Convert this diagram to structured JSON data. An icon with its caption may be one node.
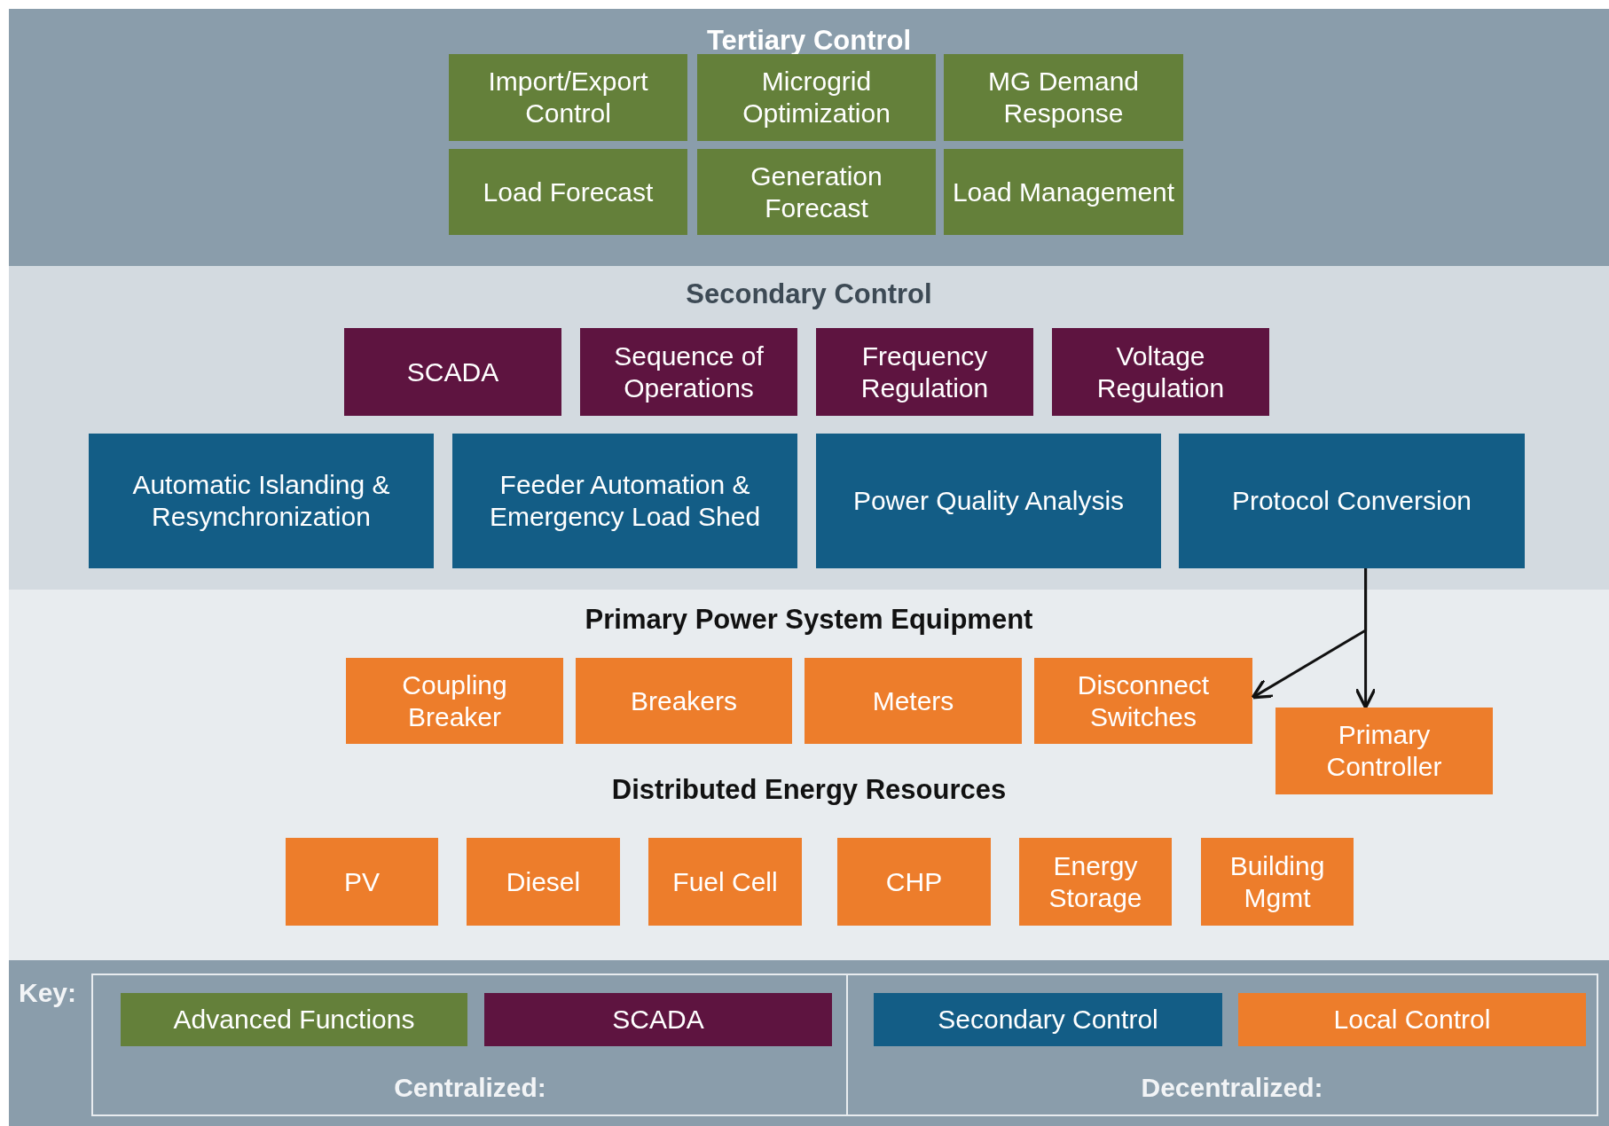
{
  "diagram": {
    "nodes": [
      {
        "text": [
          "Tertiary Control"
        ]
      },
      {
        "text": [
          "Import/Export Control"
        ],
        "in": 0
      },
      {
        "text": [
          "Microgrid Optimization"
        ],
        "in": 0
      },
      {
        "text": [
          "MG Demand Response"
        ],
        "in": 0
      },
      {
        "text": [
          "Load Forecast"
        ],
        "in": 0
      },
      {
        "text": [
          "Generation Forecast"
        ],
        "in": 0
      },
      {
        "text": [
          "Load Management"
        ],
        "in": 0
      },
      {
        "text": [
          "Secondary Control"
        ]
      },
      {
        "text": [
          "SCADA"
        ],
        "in": 7
      },
      {
        "text": [
          "Sequence of Operations"
        ],
        "in": 7
      },
      {
        "text": [
          "Frequency Regulation"
        ],
        "in": 7
      },
      {
        "text": [
          "Voltage Regulation"
        ],
        "in": 7
      },
      {
        "text": [
          "Automatic Islanding & Resynchronization"
        ],
        "in": 7
      },
      {
        "text": [
          "Feeder Automation & Emergency Load Shed"
        ],
        "in": 7
      },
      {
        "text": [
          "Power Quality Analysis"
        ],
        "in": 7
      },
      {
        "text": [
          "Protocol Conversion"
        ],
        "in": 7
      },
      {
        "text": [
          "Primary Power System Equipment",
          "Distributed Energy Resources"
        ]
      },
      {
        "text": [
          "Coupling Breaker"
        ],
        "in": 16
      },
      {
        "text": [
          "Breakers"
        ],
        "in": 16
      },
      {
        "text": [
          "Meters"
        ],
        "in": 16
      },
      {
        "text": [
          "Disconnect Switches"
        ],
        "in": 16
      },
      {
        "text": [
          "Primary Controller"
        ],
        "in": 16
      },
      {
        "text": [
          "PV"
        ],
        "in": 16
      },
      {
        "text": [
          "Diesel"
        ],
        "in": 16
      },
      {
        "text": [
          "Fuel Cell"
        ],
        "in": 16
      },
      {
        "text": [
          "CHP"
        ],
        "in": 16
      },
      {
        "text": [
          "Energy Storage"
        ],
        "in": 16
      },
      {
        "text": [
          "Building Mgmt"
        ],
        "in": 16
      }
    ],
    "edges": [
      {
        "from": 15,
        "to": 21,
        "arrow": "to"
      },
      {
        "from": 15,
        "to": 20,
        "arrow": "to"
      }
    ],
    "labels": [
      "Key:",
      "Centralized:",
      "Decentralized:"
    ],
    "legend": [
      {
        "text": "Advanced Functions",
        "color": "#64803a"
      },
      {
        "text": "SCADA",
        "color": "#5e1440"
      },
      {
        "text": "Secondary Control",
        "color": "#135d86"
      },
      {
        "text": "Local Control",
        "color": "#ed7d2b"
      }
    ]
  }
}
